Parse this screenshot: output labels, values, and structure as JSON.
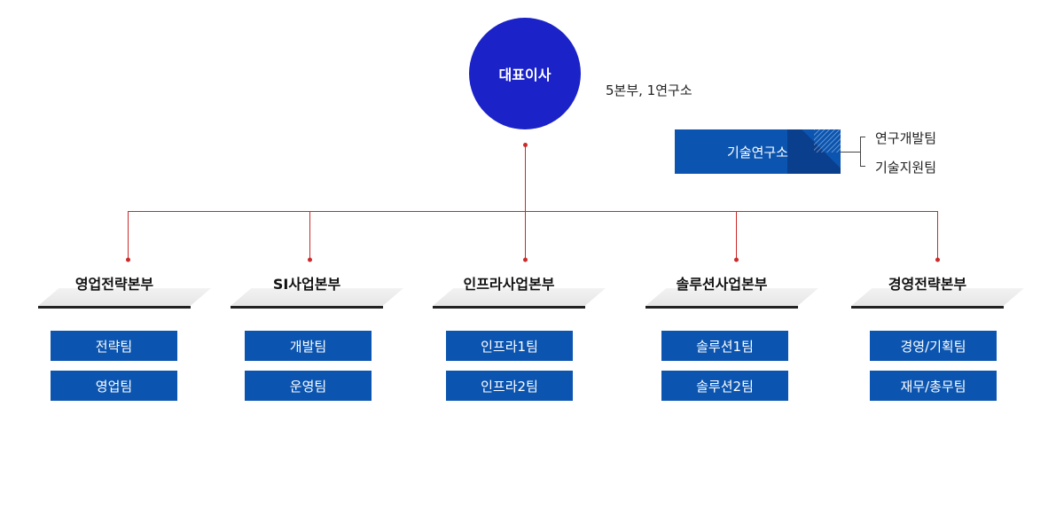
{
  "ceo": {
    "label": "대표이사"
  },
  "summary": "5본부, 1연구소",
  "lab": {
    "label": "기술연구소",
    "teams": [
      "연구개발팀",
      "기술지원팀"
    ]
  },
  "divisions": [
    {
      "name": "영업전략본부",
      "teams": [
        "전략팀",
        "영업팀"
      ]
    },
    {
      "name": "SI사업본부",
      "teams": [
        "개발팀",
        "운영팀"
      ]
    },
    {
      "name": "인프라사업본부",
      "teams": [
        "인프라1팀",
        "인프라2팀"
      ]
    },
    {
      "name": "솔루션사업본부",
      "teams": [
        "솔루션1팀",
        "솔루션2팀"
      ]
    },
    {
      "name": "경영전략본부",
      "teams": [
        "경영/기획팀",
        "재무/총무팀"
      ]
    }
  ],
  "colors": {
    "connector": "#cc2a2a",
    "ceo": "#1a22c8",
    "box": "#0b55b0"
  }
}
